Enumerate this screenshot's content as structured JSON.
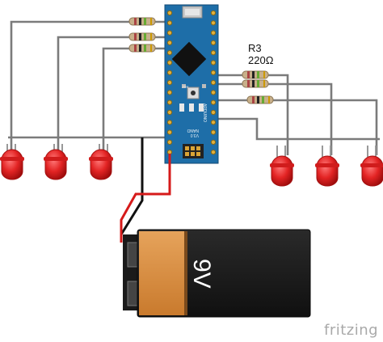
{
  "resistor_label": {
    "ref": "R3",
    "value": "220Ω"
  },
  "board": {
    "name": "ARDUINO",
    "model": "NANO",
    "version": "V3.0",
    "rst_label": "RST"
  },
  "battery": {
    "voltage_label": "9V"
  },
  "watermark": "fritzing",
  "colors": {
    "board": "#1e6ea8",
    "chip": "#111111",
    "led": "#e02020",
    "wire_gray": "#7b7b7b",
    "wire_black": "#111111",
    "wire_red": "#d61a1a",
    "battery_body": "#1b1b1b",
    "battery_label": "#d88f43"
  }
}
